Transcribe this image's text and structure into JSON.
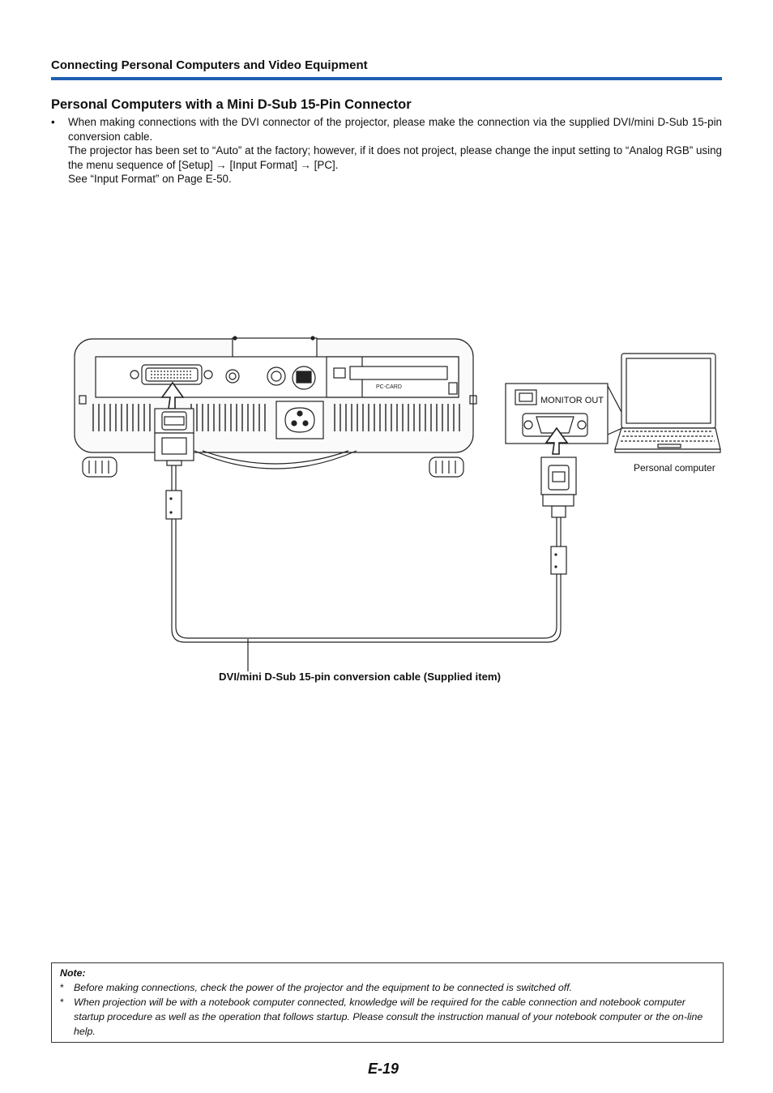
{
  "header": {
    "section_title": "Connecting Personal Computers and Video Equipment"
  },
  "section": {
    "title": "Personal Computers with a Mini D-Sub 15-Pin Connector",
    "bullet_symbol": "•",
    "paragraph_1": "When making connections with the DVI connector of the projector, please make the connection via the supplied DVI/mini D-Sub 15-pin conversion cable.",
    "paragraph_2": "The projector has been set to “Auto” at the factory; however, if it does not project, please change the input setting to “Analog RGB” using the menu sequence of [Setup] → [Input Format] → [PC].",
    "paragraph_3": "See “Input Format” on Page E-50."
  },
  "diagram": {
    "pc_card_label": "PC-CARD",
    "monitor_out_label": "MONITOR OUT",
    "computer_label": "Personal computer",
    "cable_label": "DVI/mini D-Sub 15-pin conversion cable (Supplied item)"
  },
  "note": {
    "title": "Note:",
    "star": "*",
    "items": [
      "Before making connections, check the power of the projector and the equipment to be connected is switched off.",
      "When projection will be with a notebook computer connected, knowledge will be required for the cable connection and notebook computer startup procedure as well as the operation that follows startup. Please consult the instruction manual of your notebook computer or the on-line help."
    ]
  },
  "footer": {
    "page_number": "E-19"
  },
  "colors": {
    "header_rule": "#1f5fb0"
  }
}
